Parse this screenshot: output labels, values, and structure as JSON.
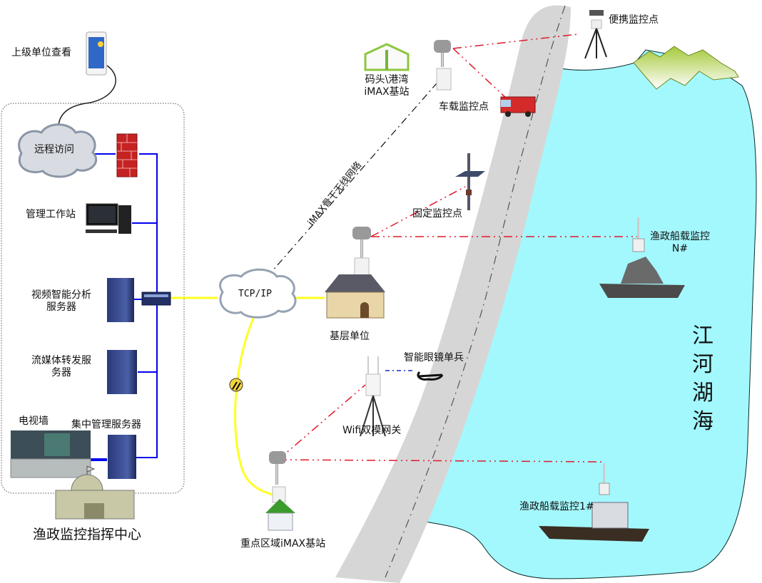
{
  "title": "渔政监控指挥中心网络拓扑图",
  "colors": {
    "water": "#a3f8fd",
    "road": "#d6d6d6",
    "lan_line": "#0000ee",
    "backbone_line": "#ffff22",
    "wireless_link": "#e0182a",
    "imax_link": "#111111",
    "glasses_link": "#1a2cc8"
  },
  "command_center": {
    "name": "渔政监控指挥中心",
    "remote": {
      "superior_view": "上级单位查看",
      "remote_access": "远程访问"
    },
    "nodes": [
      {
        "id": "firewall",
        "label": "",
        "icon": "firewall-icon"
      },
      {
        "id": "workstation",
        "label": "管理工作站",
        "icon": "desktop-computer-icon"
      },
      {
        "id": "video-analysis",
        "label_line1": "视频智能分析",
        "label_line2": "服务器",
        "icon": "server-tower-icon"
      },
      {
        "id": "stream-server",
        "label_line1": "流媒体转发服",
        "label_line2": "务器",
        "icon": "server-tower-icon"
      },
      {
        "id": "tv-wall",
        "label": "电视墙",
        "icon": "video-wall-icon"
      },
      {
        "id": "central-server",
        "label": "集中管理服务器",
        "icon": "server-tower-icon"
      }
    ],
    "switch_icon": "network-switch-icon"
  },
  "network": {
    "tcp_ip": "TCP/IP",
    "backbone": "iMAX骨干无线网络"
  },
  "sites": {
    "port_station_line1": "码头\\港湾",
    "port_station_line2": "iMAX基站",
    "vehicle": "车载监控点",
    "portable": "便携监控点",
    "fixed": "固定监控点",
    "base_unit": "基层单位",
    "glasses": "智能眼镜单兵",
    "wifi_gateway": "Wifi双模网关",
    "key_area_station": "重点区域iMAX基站",
    "ship_n_line1": "渔政船载监控",
    "ship_n_line2": "N#",
    "ship_1": "渔政船载监控1#"
  },
  "water_body": [
    "江",
    "河",
    "湖",
    "海"
  ]
}
